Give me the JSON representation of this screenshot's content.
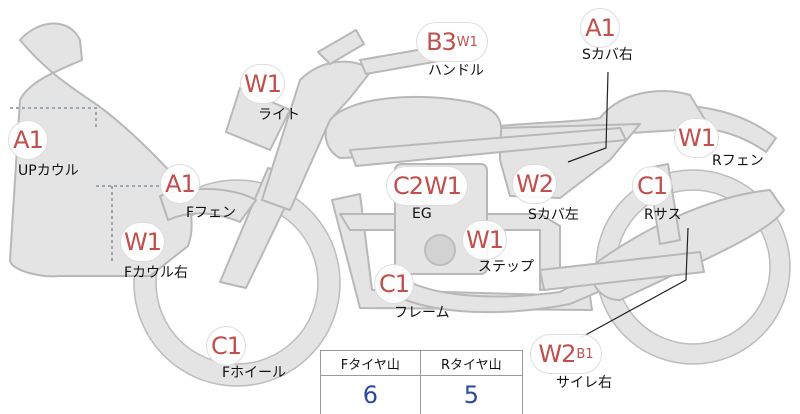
{
  "diagram": {
    "parts": [
      {
        "id": "s_cover_right",
        "codes": [
          "A1"
        ],
        "name": "Sカバ右"
      },
      {
        "id": "handle",
        "codes": [
          "B3",
          "W1"
        ],
        "name": "ハンドル"
      },
      {
        "id": "light",
        "codes": [
          "W1"
        ],
        "name": "ライト"
      },
      {
        "id": "up_cowl",
        "codes": [
          "A1"
        ],
        "name": "UPカウル"
      },
      {
        "id": "f_fender",
        "codes": [
          "A1"
        ],
        "name": "Fフェン"
      },
      {
        "id": "f_cowl_right",
        "codes": [
          "W1"
        ],
        "name": "Fカウル右"
      },
      {
        "id": "eg",
        "codes": [
          "C2",
          "W1"
        ],
        "name": "EG"
      },
      {
        "id": "s_cover_left",
        "codes": [
          "W2"
        ],
        "name": "Sカバ左"
      },
      {
        "id": "r_fender",
        "codes": [
          "W1"
        ],
        "name": "Rフェン"
      },
      {
        "id": "r_sus",
        "codes": [
          "C1"
        ],
        "name": "Rサス"
      },
      {
        "id": "step",
        "codes": [
          "W1"
        ],
        "name": "ステップ"
      },
      {
        "id": "frame",
        "codes": [
          "C1"
        ],
        "name": "フレーム"
      },
      {
        "id": "f_wheel",
        "codes": [
          "C1"
        ],
        "name": "Fホイール"
      },
      {
        "id": "silencer_right",
        "codes": [
          "W2",
          "B1"
        ],
        "name": "サイレ右"
      }
    ]
  },
  "tread_table": {
    "headers": [
      "Fタイヤ山",
      "Rタイヤ山"
    ],
    "values": [
      "6",
      "5"
    ]
  },
  "colors": {
    "body_fill": "#e4e4e4",
    "body_stroke": "#b8b8b8",
    "damage_code": "#c0504d",
    "tread_value": "#2b4a9a"
  }
}
